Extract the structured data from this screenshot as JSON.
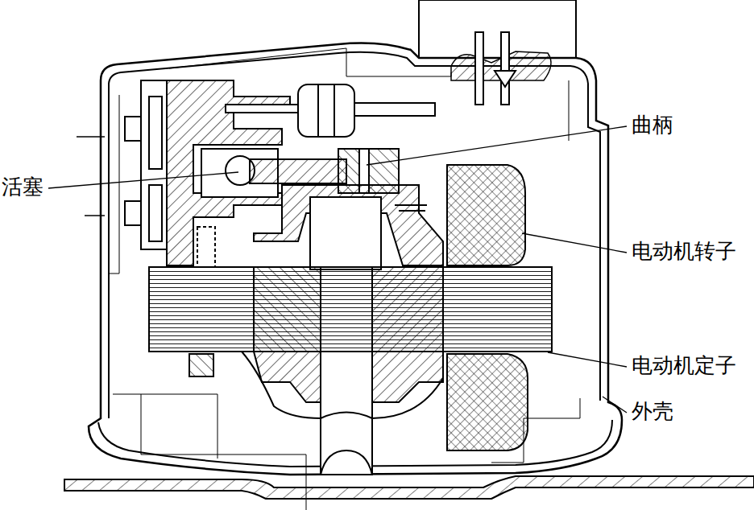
{
  "diagram": {
    "labels": [
      "活塞",
      "曲柄",
      "电动机转子",
      "电动机定子",
      "外壳"
    ]
  }
}
